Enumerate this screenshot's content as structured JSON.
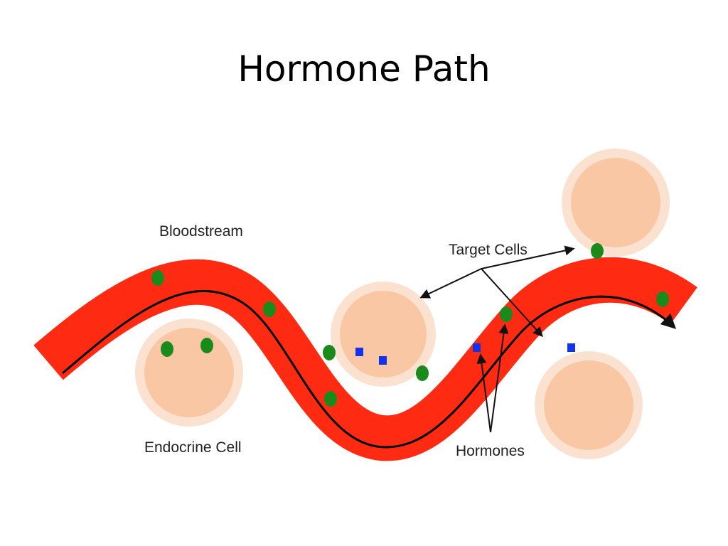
{
  "title": "Hormone Path",
  "labels": {
    "bloodstream": "Bloodstream",
    "target_cells": "Target Cells",
    "endocrine_cell": "Endocrine Cell",
    "hormones": "Hormones"
  },
  "colors": {
    "bloodstream": "#ff2a12",
    "cell_fill": "#f9c7a4",
    "cell_rim": "#fbe1cf",
    "hormone_green": "#1a8a1a",
    "receptor_blue": "#1133ee",
    "arrow": "#111111"
  }
}
